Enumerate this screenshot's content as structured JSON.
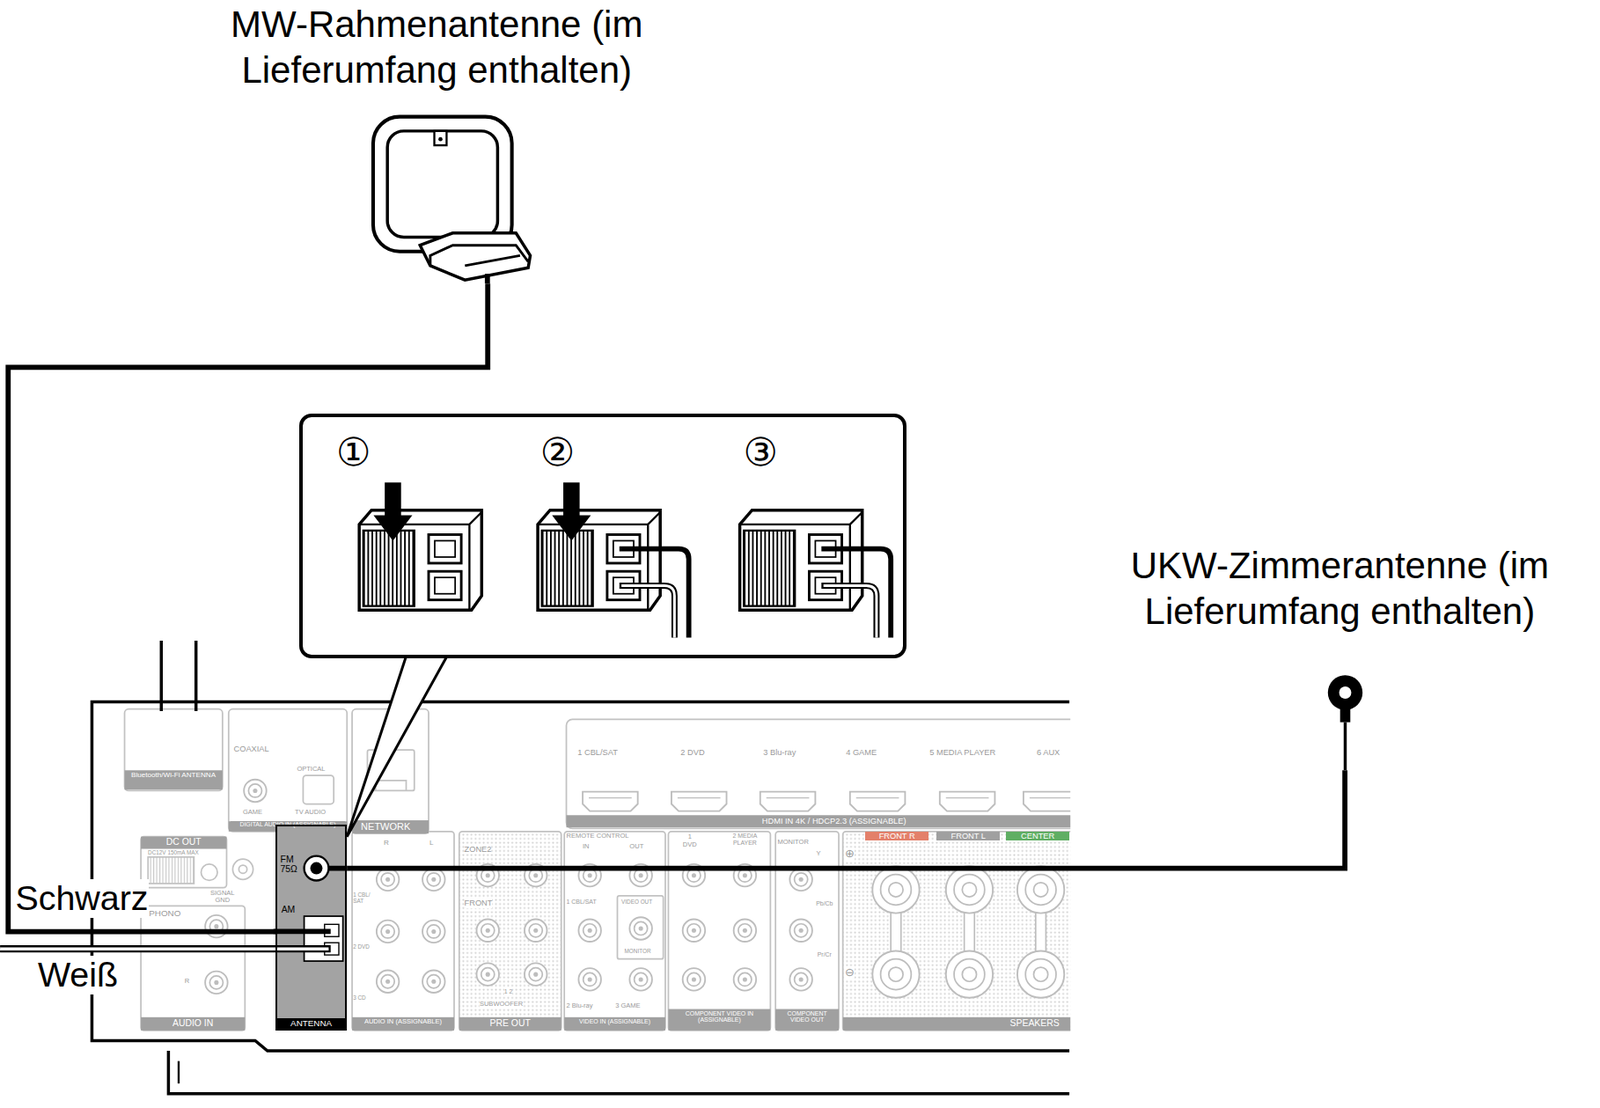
{
  "diagram": {
    "nodes": [
      {
        "text": [
          "MW-Rahmenantenne (im Lieferumfang enthalten)"
        ]
      },
      {
        "text": [
          "①",
          "②",
          "③"
        ]
      },
      {
        "text": [
          "UKW-Zimmerantenne (im Lieferumfang enthalten)"
        ]
      },
      {
        "text": [
          "FM 75Ω",
          "AM",
          "ANTENNA"
        ]
      }
    ],
    "edges": [
      {
        "from": 0,
        "to": 3,
        "arrow": "none"
      },
      {
        "from": 1,
        "to": 3,
        "arrow": "none"
      },
      {
        "from": 2,
        "to": 3,
        "arrow": "none"
      }
    ],
    "labels": [
      "Schwarz",
      "Weiß",
      "Bluetooth/Wi-Fi ANTENNA",
      "COAXIAL",
      "OPTICAL",
      "GAME",
      "TV AUDIO",
      "DIGITAL AUDIO IN (ASSIGNABLE)",
      "NETWORK",
      "DC OUT",
      "DC12V 150mA MAX",
      "SIGNAL GND",
      "PHONO",
      "R",
      "AUDIO IN",
      "R",
      "L",
      "1 CBL/SAT",
      "2 DVD",
      "3 CD",
      "AUDIO IN (ASSIGNABLE)",
      "ZONE2",
      "FRONT",
      "1 2",
      "SUBWOOFER",
      "PRE OUT",
      "REMOTE CONTROL",
      "IN",
      "OUT",
      "1 CBL/SAT",
      "VIDEO OUT",
      "MONITOR",
      "2 Blu-ray",
      "3 GAME",
      "VIDEO IN (ASSIGNABLE)",
      "1 DVD",
      "2 MEDIA PLAYER",
      "COMPONENT VIDEO IN (ASSIGNABLE)",
      "MONITOR",
      "Y",
      "Pb/Cb",
      "Pr/Cr",
      "COMPONENT VIDEO OUT",
      "1 CBL/SAT",
      "2 DVD",
      "3 Blu-ray",
      "4 GAME",
      "5 MEDIA PLAYER",
      "6 AUX",
      "HDMI IN 4K / HDCP2.3 (ASSIGNABLE)",
      "FRONT R",
      "FRONT L",
      "CENTER",
      "SPEAKERS",
      "⊕",
      "⊖"
    ]
  }
}
